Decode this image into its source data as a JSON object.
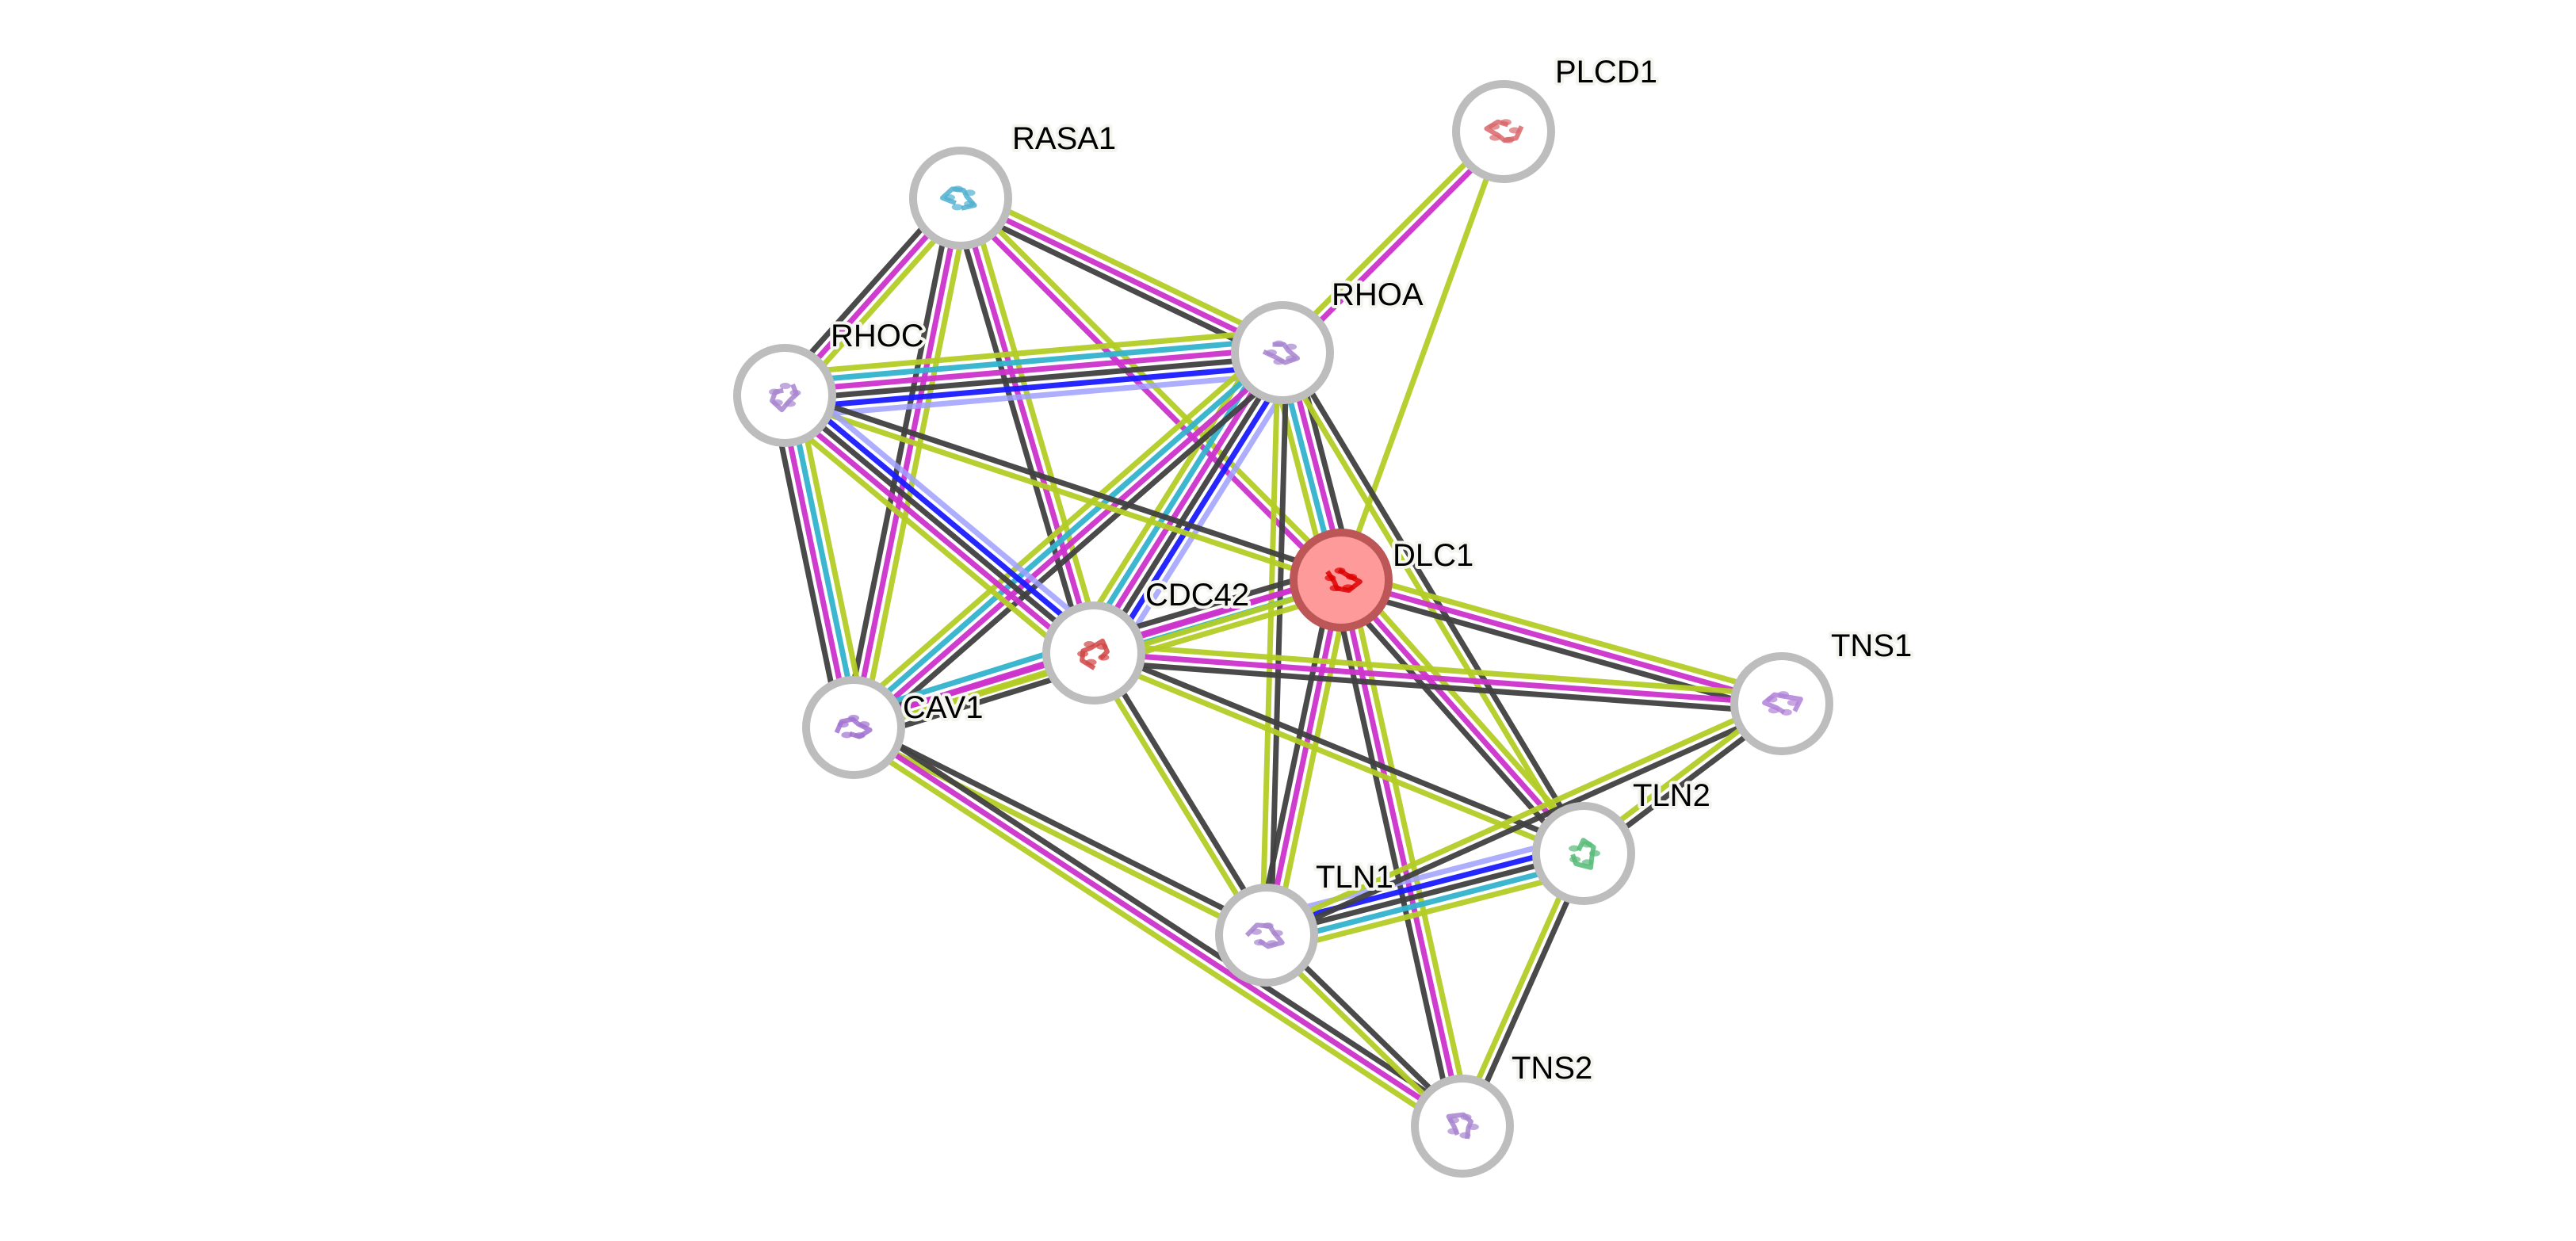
{
  "network": {
    "query_protein": "DLC1",
    "colors": {
      "node_border": "#bdbdbd",
      "node_fill": "#ffffff",
      "query_fill": "#ff9a9a",
      "query_border": "#bd5656",
      "experimental": "#cc33cc",
      "database": "#33b3cc",
      "textmining": "#b3cc26",
      "coexpression": "#404040",
      "gene_fusion": "#1a1aff",
      "cooccurrence": "#a0a0ff"
    },
    "nodes": [
      {
        "id": "PLCD1",
        "label": "PLCD1",
        "structure_color": "#d9666a"
      },
      {
        "id": "RASA1",
        "label": "RASA1",
        "structure_color": "#4fb0d0"
      },
      {
        "id": "RHOA",
        "label": "RHOA",
        "structure_color": "#a784d0"
      },
      {
        "id": "RHOC",
        "label": "RHOC",
        "structure_color": "#a784d0"
      },
      {
        "id": "DLC1",
        "label": "DLC1",
        "structure_color": "#dd0000",
        "query": true
      },
      {
        "id": "CDC42",
        "label": "CDC42",
        "structure_color": "#d04444"
      },
      {
        "id": "CAV1",
        "label": "CAV1",
        "structure_color": "#a070d0"
      },
      {
        "id": "TNS1",
        "label": "TNS1",
        "structure_color": "#b080d8"
      },
      {
        "id": "TLN2",
        "label": "TLN2",
        "structure_color": "#55bb77"
      },
      {
        "id": "TLN1",
        "label": "TLN1",
        "structure_color": "#a784d0"
      },
      {
        "id": "TNS2",
        "label": "TNS2",
        "structure_color": "#a784d0"
      }
    ],
    "edges": [
      {
        "a": "PLCD1",
        "b": "RHOA",
        "types": [
          "experimental",
          "textmining"
        ]
      },
      {
        "a": "PLCD1",
        "b": "DLC1",
        "types": [
          "textmining"
        ]
      },
      {
        "a": "RASA1",
        "b": "RHOA",
        "types": [
          "textmining",
          "experimental",
          "coexpression"
        ]
      },
      {
        "a": "RASA1",
        "b": "RHOC",
        "types": [
          "textmining",
          "experimental",
          "coexpression"
        ]
      },
      {
        "a": "RASA1",
        "b": "DLC1",
        "types": [
          "textmining",
          "experimental"
        ]
      },
      {
        "a": "RASA1",
        "b": "CDC42",
        "types": [
          "textmining",
          "experimental",
          "coexpression"
        ]
      },
      {
        "a": "RASA1",
        "b": "CAV1",
        "types": [
          "textmining",
          "experimental",
          "coexpression"
        ]
      },
      {
        "a": "RHOA",
        "b": "RHOC",
        "types": [
          "cooccurrence",
          "gene_fusion",
          "coexpression",
          "experimental",
          "database",
          "textmining"
        ]
      },
      {
        "a": "RHOA",
        "b": "DLC1",
        "types": [
          "coexpression",
          "experimental",
          "database",
          "textmining"
        ]
      },
      {
        "a": "RHOA",
        "b": "CDC42",
        "types": [
          "cooccurrence",
          "gene_fusion",
          "coexpression",
          "experimental",
          "database",
          "textmining"
        ]
      },
      {
        "a": "RHOA",
        "b": "CAV1",
        "types": [
          "coexpression",
          "experimental",
          "database",
          "textmining"
        ]
      },
      {
        "a": "RHOA",
        "b": "TLN1",
        "types": [
          "coexpression",
          "textmining"
        ]
      },
      {
        "a": "RHOA",
        "b": "TLN2",
        "types": [
          "coexpression",
          "textmining"
        ]
      },
      {
        "a": "RHOC",
        "b": "DLC1",
        "types": [
          "coexpression",
          "textmining"
        ]
      },
      {
        "a": "RHOC",
        "b": "CDC42",
        "types": [
          "cooccurrence",
          "gene_fusion",
          "coexpression",
          "experimental",
          "textmining"
        ]
      },
      {
        "a": "RHOC",
        "b": "CAV1",
        "types": [
          "textmining",
          "database",
          "experimental",
          "coexpression"
        ]
      },
      {
        "a": "DLC1",
        "b": "CDC42",
        "types": [
          "textmining",
          "database",
          "experimental",
          "coexpression"
        ]
      },
      {
        "a": "DLC1",
        "b": "CAV1",
        "types": [
          "textmining",
          "experimental"
        ]
      },
      {
        "a": "DLC1",
        "b": "TNS1",
        "types": [
          "textmining",
          "experimental",
          "coexpression"
        ]
      },
      {
        "a": "DLC1",
        "b": "TLN1",
        "types": [
          "textmining",
          "experimental",
          "coexpression"
        ]
      },
      {
        "a": "DLC1",
        "b": "TLN2",
        "types": [
          "textmining",
          "experimental",
          "coexpression"
        ]
      },
      {
        "a": "DLC1",
        "b": "TNS2",
        "types": [
          "textmining",
          "experimental",
          "coexpression"
        ]
      },
      {
        "a": "CDC42",
        "b": "CAV1",
        "types": [
          "coexpression",
          "textmining",
          "experimental",
          "database"
        ]
      },
      {
        "a": "CDC42",
        "b": "TNS1",
        "types": [
          "textmining",
          "experimental",
          "coexpression"
        ]
      },
      {
        "a": "CDC42",
        "b": "TLN1",
        "types": [
          "coexpression",
          "textmining"
        ]
      },
      {
        "a": "CDC42",
        "b": "TLN2",
        "types": [
          "coexpression",
          "textmining"
        ]
      },
      {
        "a": "CAV1",
        "b": "TLN1",
        "types": [
          "coexpression",
          "textmining"
        ]
      },
      {
        "a": "CAV1",
        "b": "TNS2",
        "types": [
          "coexpression",
          "experimental",
          "textmining"
        ]
      },
      {
        "a": "TLN1",
        "b": "TLN2",
        "types": [
          "cooccurrence",
          "gene_fusion",
          "coexpression",
          "database",
          "textmining"
        ]
      },
      {
        "a": "TLN1",
        "b": "TNS1",
        "types": [
          "textmining",
          "coexpression"
        ]
      },
      {
        "a": "TLN1",
        "b": "TNS2",
        "types": [
          "coexpression",
          "textmining"
        ]
      },
      {
        "a": "TLN2",
        "b": "TNS1",
        "types": [
          "textmining",
          "coexpression"
        ]
      },
      {
        "a": "TLN2",
        "b": "TNS2",
        "types": [
          "coexpression",
          "textmining"
        ]
      }
    ]
  }
}
